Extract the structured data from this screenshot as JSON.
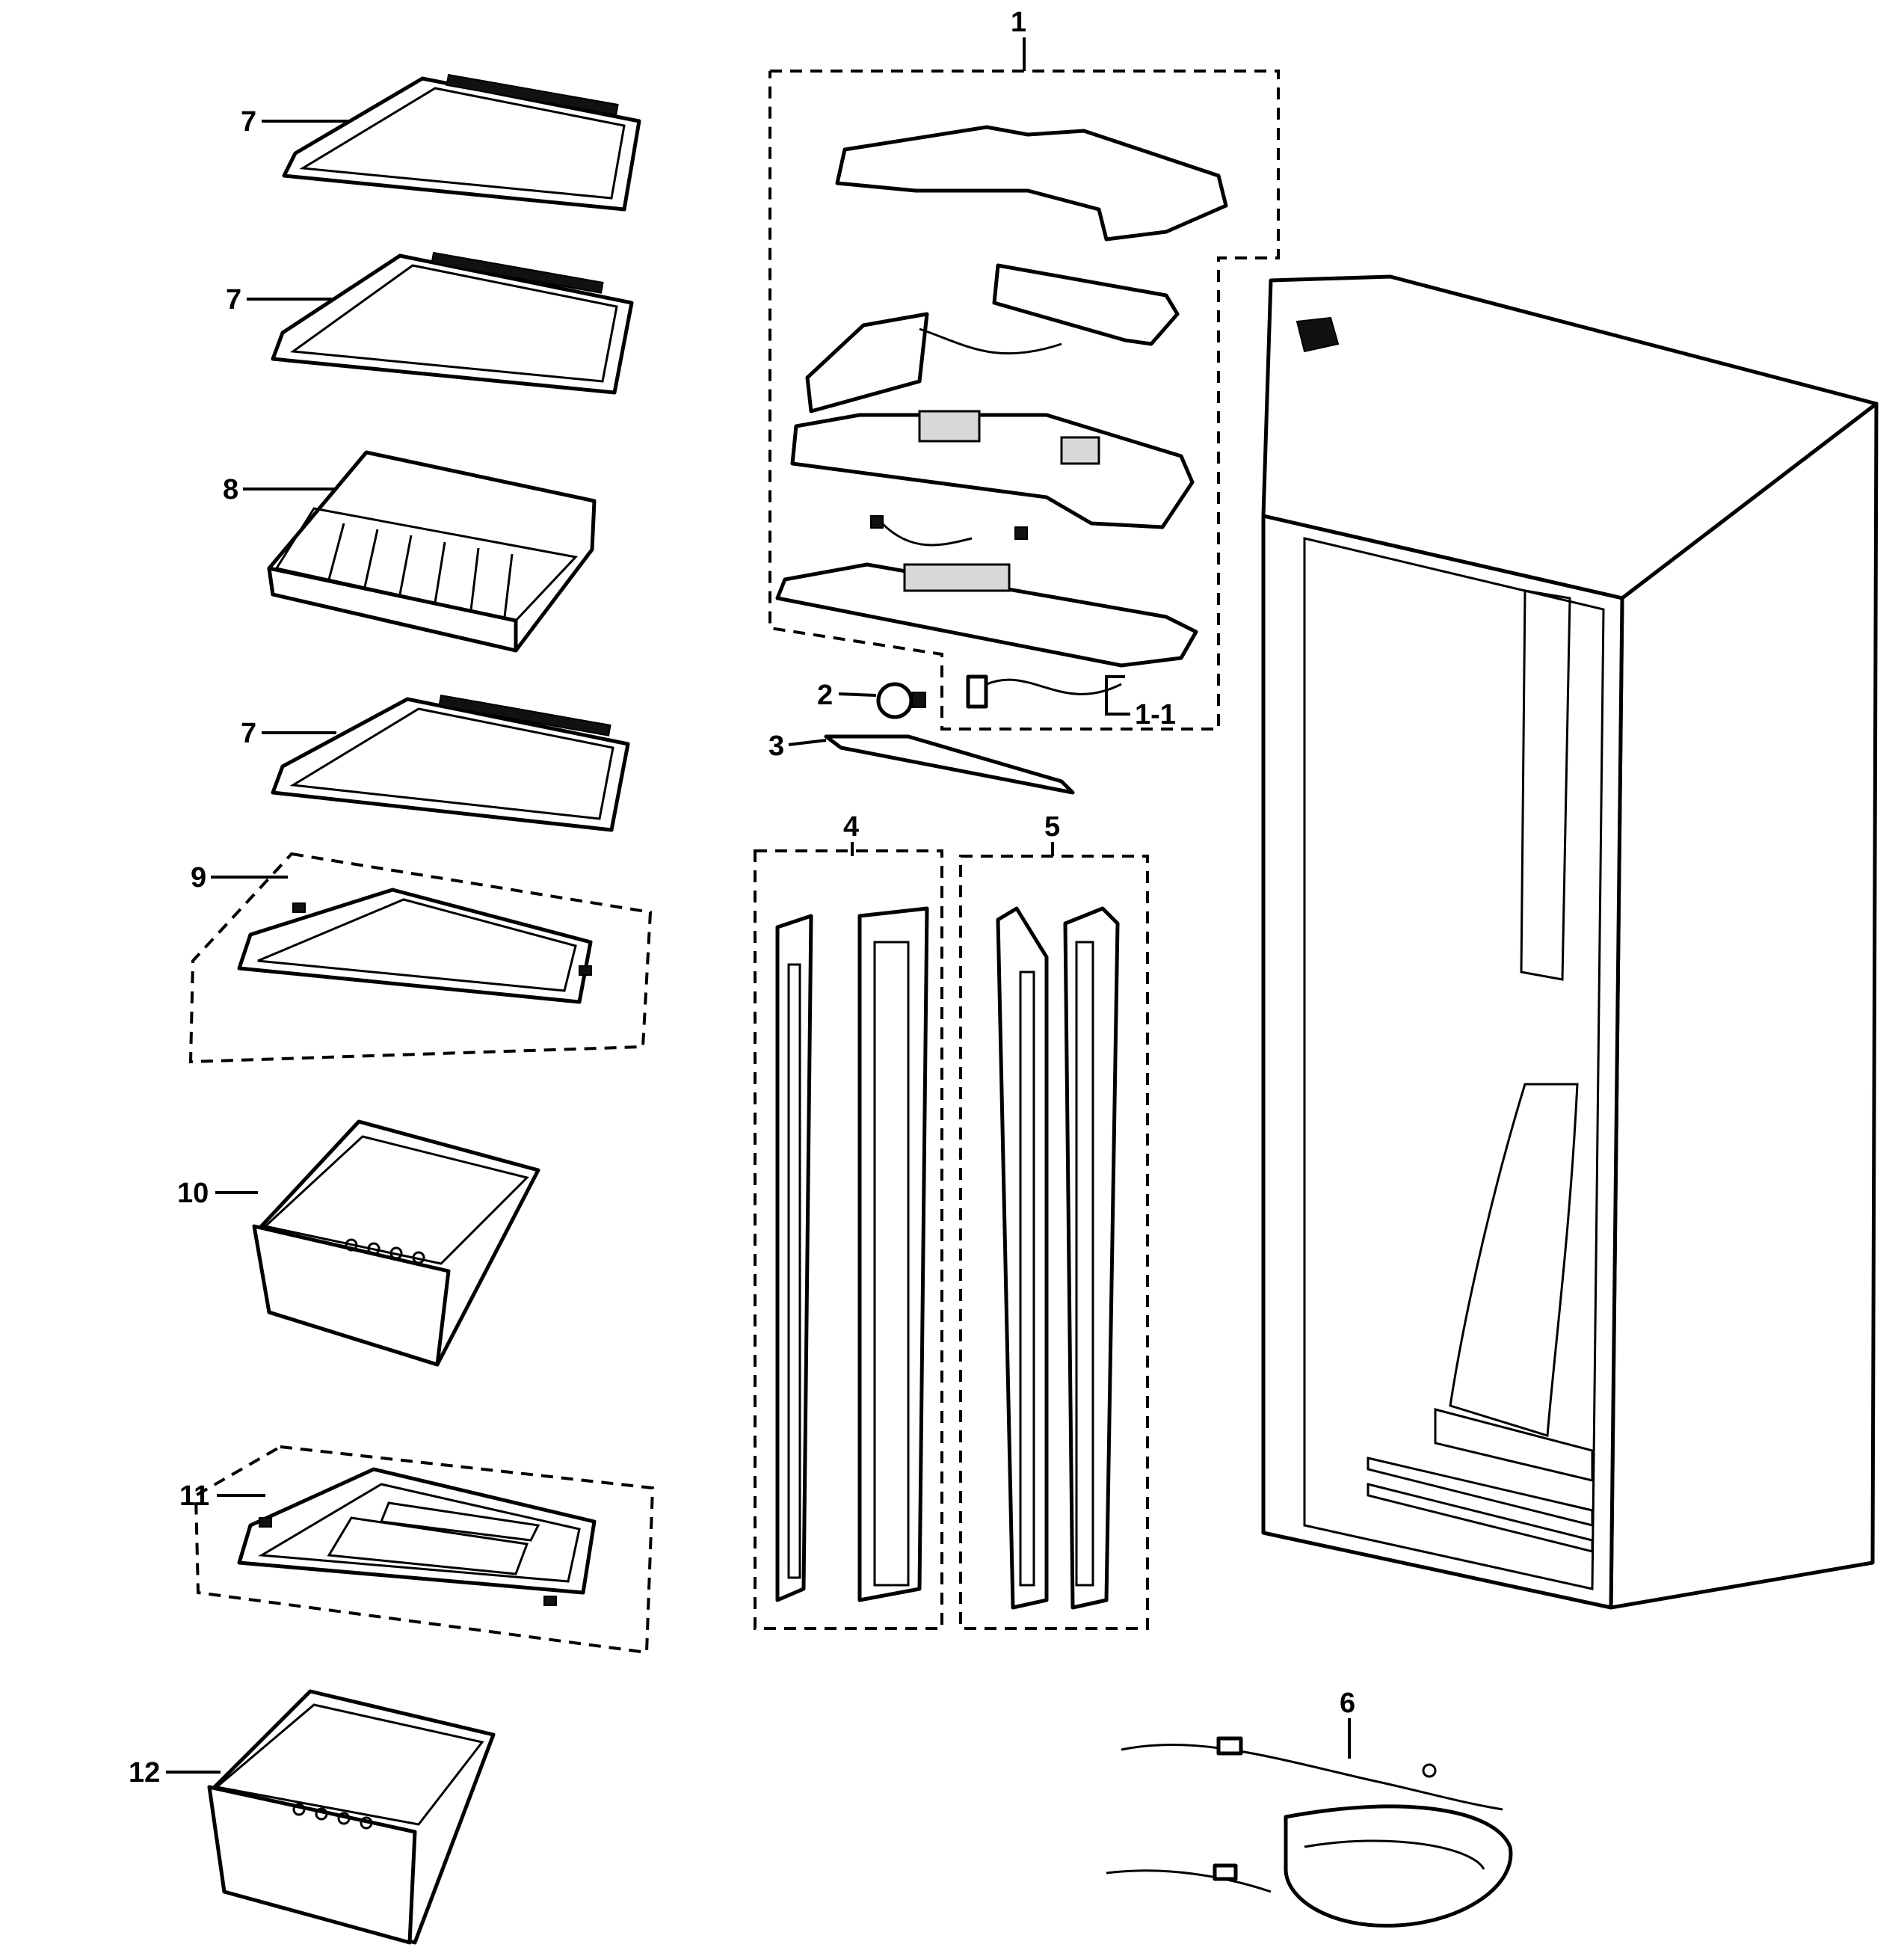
{
  "callouts": [
    {
      "id": "1",
      "text": "1"
    },
    {
      "id": "1-1",
      "text": "1-1"
    },
    {
      "id": "2",
      "text": "2"
    },
    {
      "id": "3",
      "text": "3"
    },
    {
      "id": "4",
      "text": "4"
    },
    {
      "id": "5",
      "text": "5"
    },
    {
      "id": "6",
      "text": "6"
    },
    {
      "id": "7a",
      "text": "7"
    },
    {
      "id": "7b",
      "text": "7"
    },
    {
      "id": "8",
      "text": "8"
    },
    {
      "id": "7c",
      "text": "7"
    },
    {
      "id": "9",
      "text": "9"
    },
    {
      "id": "10",
      "text": "10"
    },
    {
      "id": "11",
      "text": "11"
    },
    {
      "id": "12",
      "text": "12"
    }
  ]
}
